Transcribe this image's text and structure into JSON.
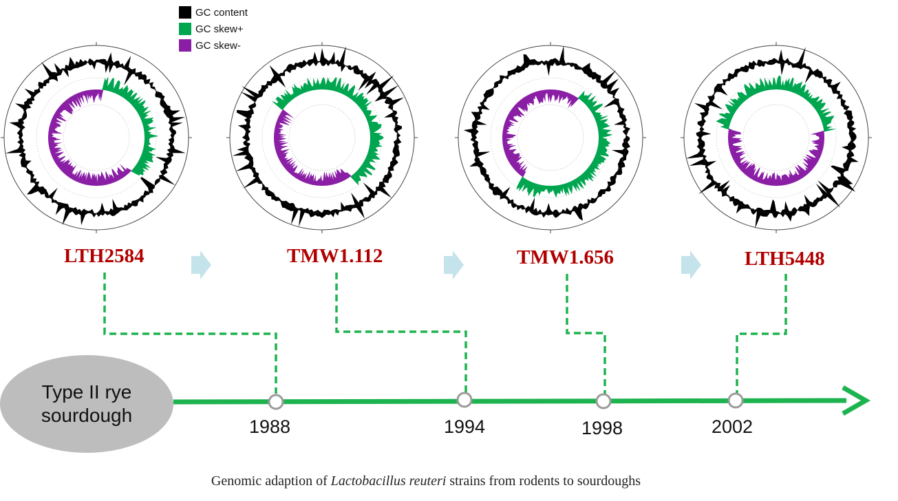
{
  "legend": [
    {
      "label": "GC content",
      "color": "#000000"
    },
    {
      "label": "GC skew+",
      "color": "#00a550"
    },
    {
      "label": "GC skew-",
      "color": "#8a1fa5"
    }
  ],
  "colors": {
    "gc_content": "#000000",
    "gc_skew_pos": "#00a550",
    "gc_skew_neg": "#8a1fa5",
    "timeline": "#1db34f",
    "connector": "#1db34f",
    "strain_label": "#b00000",
    "arrow": "#c5e3ea",
    "origin_ellipse": "#bdbdbd"
  },
  "strains": [
    {
      "name": "LTH2584",
      "year": "1988",
      "skew_pos_fraction": 0.35
    },
    {
      "name": "TMW1.112",
      "year": "1994",
      "skew_pos_fraction": 0.55
    },
    {
      "name": "TMW1.656",
      "year": "1998",
      "skew_pos_fraction": 0.5
    },
    {
      "name": "LTH5448",
      "year": "2002",
      "skew_pos_fraction": 0.45
    }
  ],
  "origin": {
    "line1": "Type II rye",
    "line2": "sourdough"
  },
  "caption": {
    "prefix": "Genomic adaption of ",
    "species": "Lactobacillus reuteri",
    "suffix": " strains from rodents to sourdoughs"
  }
}
